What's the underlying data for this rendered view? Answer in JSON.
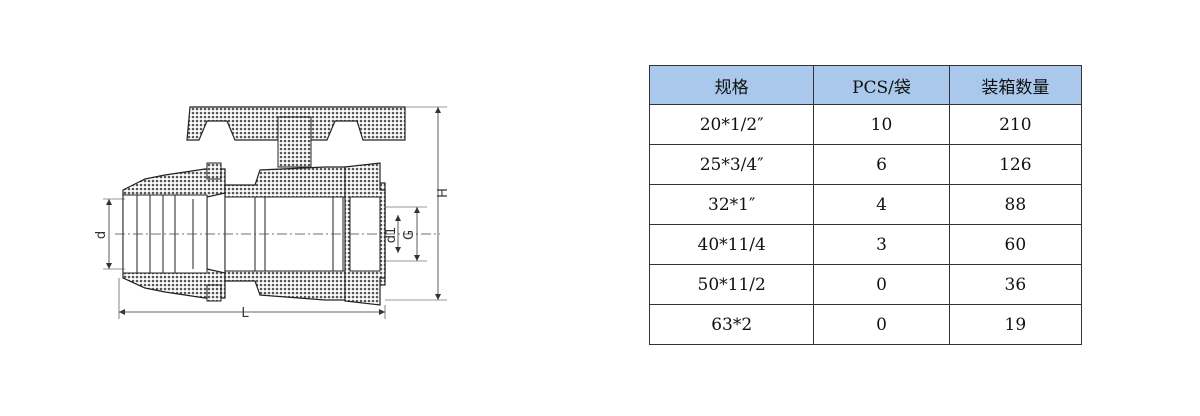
{
  "drawing": {
    "labels": {
      "d": "d",
      "d1": "d1",
      "G": "G",
      "H": "H",
      "L": "L"
    }
  },
  "table": {
    "headers": [
      "规格",
      "PCS/袋",
      "装箱数量"
    ],
    "rows": [
      [
        "20*1/2″",
        "10",
        "210"
      ],
      [
        "25*3/4″",
        "6",
        "126"
      ],
      [
        "32*1″",
        "4",
        "88"
      ],
      [
        "40*11/4",
        "3",
        "60"
      ],
      [
        "50*11/2",
        "0",
        "36"
      ],
      [
        "63*2",
        "0",
        "19"
      ]
    ]
  },
  "colors": {
    "header_bg": "#a9c8eb",
    "border": "#333333"
  }
}
